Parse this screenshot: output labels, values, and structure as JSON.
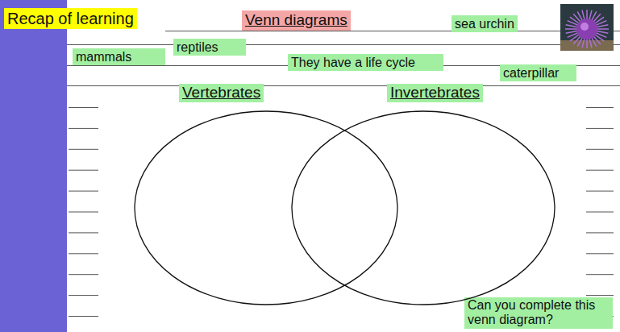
{
  "diagram": {
    "title": "Venn diagrams",
    "nodes": [
      {
        "text": [
          "Vertebrates"
        ]
      },
      {
        "text": [
          "Invertebrates"
        ]
      }
    ],
    "labels": [
      "Recap of learning",
      "sea urchin",
      "mammals",
      "reptiles",
      "They have a life cycle",
      "caterpillar",
      "Can you complete this venn diagram?"
    ]
  }
}
